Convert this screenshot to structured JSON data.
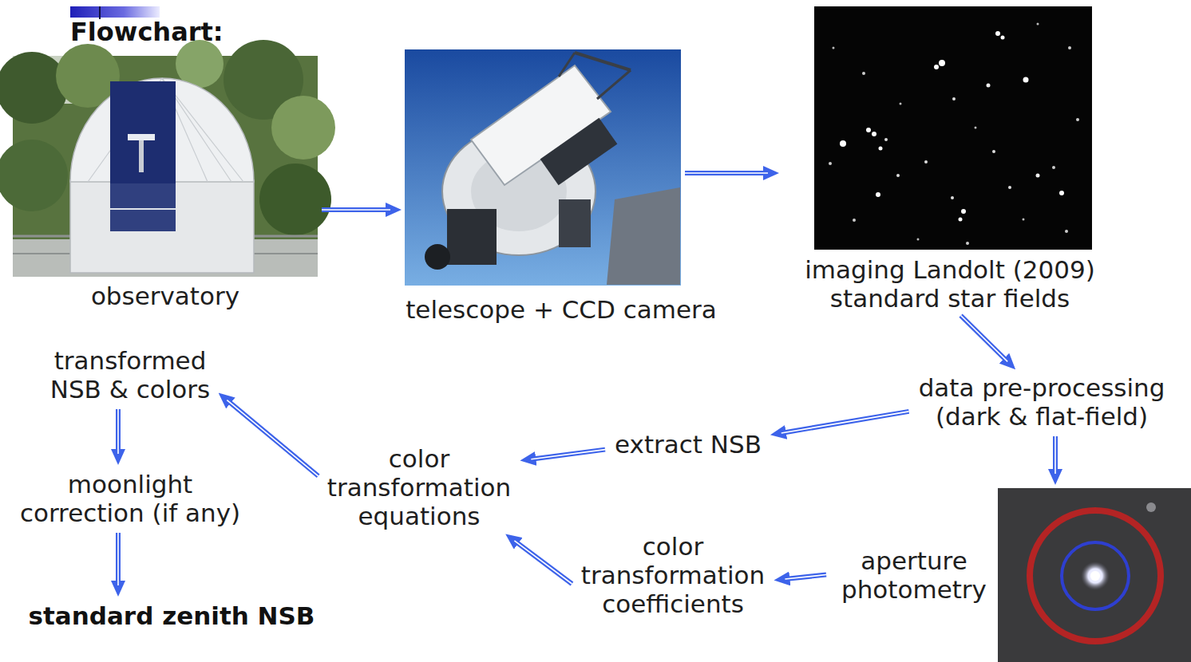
{
  "diagram": {
    "title": "Flowchart:",
    "nodes": [
      {
        "text": [
          "observatory"
        ]
      },
      {
        "text": [
          "telescope + CCD camera"
        ]
      },
      {
        "text": [
          "imaging Landolt (2009) standard star fields"
        ]
      },
      {
        "text": [
          "data pre-processing (dark & flat-field)"
        ]
      },
      {
        "text": [
          "extract NSB"
        ]
      },
      {
        "text": [
          "aperture photometry"
        ]
      },
      {
        "text": [
          "color transformation coefficients"
        ]
      },
      {
        "text": [
          "color transformation equations"
        ]
      },
      {
        "text": [
          "transformed NSB & colors"
        ]
      },
      {
        "text": [
          "moonlight correction (if any)"
        ]
      },
      {
        "text": [
          "standard zenith NSB"
        ]
      }
    ],
    "edges": [
      {
        "from": 0,
        "to": 1,
        "arrow": "to"
      },
      {
        "from": 1,
        "to": 2,
        "arrow": "to"
      },
      {
        "from": 2,
        "to": 3,
        "arrow": "to"
      },
      {
        "from": 3,
        "to": 4,
        "arrow": "to"
      },
      {
        "from": 3,
        "to": 5,
        "arrow": "to"
      },
      {
        "from": 4,
        "to": 7,
        "arrow": "to"
      },
      {
        "from": 5,
        "to": 6,
        "arrow": "to"
      },
      {
        "from": 6,
        "to": 7,
        "arrow": "to"
      },
      {
        "from": 7,
        "to": 8,
        "arrow": "to"
      },
      {
        "from": 8,
        "to": 9,
        "arrow": "to"
      },
      {
        "from": 9,
        "to": 10,
        "arrow": "to"
      }
    ]
  }
}
